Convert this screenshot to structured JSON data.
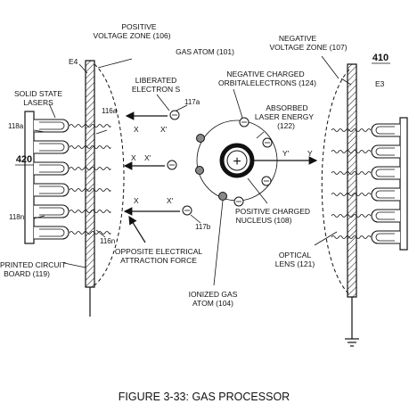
{
  "labels": {
    "positive_zone_1": "POSITIVE",
    "positive_zone_2": "VOLTAGE ZONE (106)",
    "negative_zone_1": "NEGATIVE",
    "negative_zone_2": "VOLTAGE ZONE (107)",
    "gas_atom": "GAS ATOM  (101)",
    "e4": "E4",
    "e3": "E3",
    "n410": "410",
    "n420": "420",
    "solid_state_1": "SOLID STATE",
    "solid_state_2": "LASERS",
    "liberated_1": "LIBERATED",
    "liberated_2": "ELECTRON S",
    "neg_charged_1": "NEGATIVE CHARGED",
    "neg_charged_2": "ORBITALELECTRONS (124)",
    "absorbed_1": "ABSORBED",
    "absorbed_2": "LASER ENERGY",
    "absorbed_3": "(122)",
    "n117a": "117a",
    "n116a": "116a",
    "n118a": "118a",
    "n118n": "118n",
    "n117b": "117b",
    "n116n": "116n",
    "x1": "X",
    "xp1": "X'",
    "x2": "X",
    "xp2": "X'",
    "x3": "X",
    "xp3": "X'",
    "yp": "Y'",
    "y": "Y",
    "pos_charged_1": "POSITIVE CHARGED",
    "pos_charged_2": "NUCLEUS (108)",
    "opposite_1": "OPPOSITE ELECTRICAL",
    "opposite_2": "ATTRACTION FORCE",
    "pcb_1": "PRINTED CIRCUIT",
    "pcb_2": "BOARD (119)",
    "optical_1": "OPTICAL",
    "optical_2": "LENS (121)",
    "ionized_1": "IONIZED GAS",
    "ionized_2": "ATOM (104)",
    "plus": "+",
    "caption": "FIGURE 3-33: GAS PROCESSOR"
  }
}
